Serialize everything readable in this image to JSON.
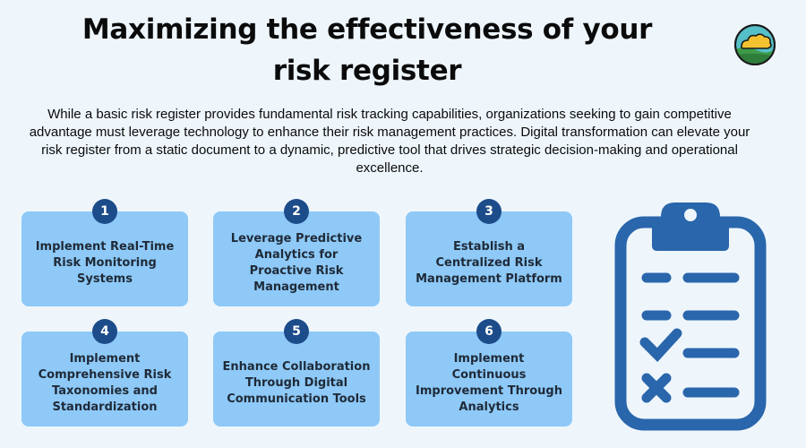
{
  "header": {
    "title_line1": "Maximizing the effectiveness of your",
    "title_line2": "risk register"
  },
  "intro": "While a basic risk register provides fundamental risk tracking capabilities, organizations seeking to gain competitive advantage must leverage technology to enhance their risk management practices. Digital transformation can elevate your risk register from a static document to a dynamic, predictive tool that drives strategic decision-making and operational excellence.",
  "steps": [
    {
      "number": "1",
      "label": "Implement Real-Time Risk Monitoring Systems"
    },
    {
      "number": "2",
      "label": "Leverage Predictive Analytics for Proactive Risk Management"
    },
    {
      "number": "3",
      "label": "Establish a Centralized Risk Management Platform"
    },
    {
      "number": "4",
      "label": "Implement Comprehensive Risk Taxonomies and Standardization"
    },
    {
      "number": "5",
      "label": "Enhance Collaboration Through Digital Communication Tools"
    },
    {
      "number": "6",
      "label": "Implement Continuous Improvement Through Analytics"
    }
  ],
  "colors": {
    "background": "#eef6fc",
    "card": "#8ec9f7",
    "badge": "#1d4c8a",
    "clipboard_stroke": "#2a66ab"
  },
  "icons": {
    "logo": "cloud-landscape-logo",
    "illustration": "clipboard-checklist-icon"
  }
}
